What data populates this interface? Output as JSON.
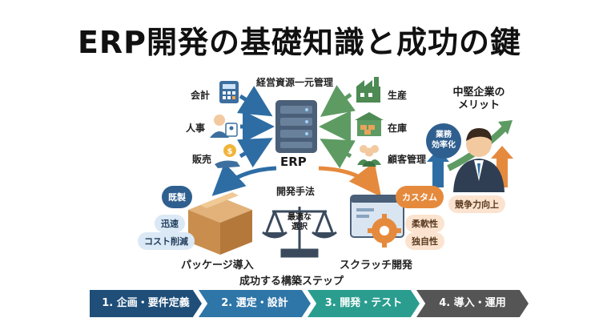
{
  "title": "ERP開発の基礎知識と成功の鍵",
  "center": {
    "top_label": "経営資源一元管理",
    "erp_label": "ERP",
    "left_items": [
      "会計",
      "人事",
      "販売"
    ],
    "right_items": [
      "生産",
      "在庫",
      "顧客管理"
    ]
  },
  "midsize": {
    "title_line1": "中堅企業の",
    "title_line2": "メリット",
    "badge_line1": "業務",
    "badge_line2": "効率化",
    "bottom_label": "競争力向上"
  },
  "methods": {
    "title": "開発手法",
    "package_tag": "既製",
    "package_pills": [
      "迅速",
      "コスト削減"
    ],
    "package_label": "パッケージ導入",
    "scale_line1": "最適な",
    "scale_line2": "選択",
    "scratch_tag": "カスタム",
    "scratch_pills": [
      "柔軟性",
      "独自性"
    ],
    "scratch_label": "スクラッチ開発"
  },
  "steps": {
    "title": "成功する構築ステップ",
    "items": [
      "1. 企画・要件定義",
      "2. 選定・設計",
      "3. 開発・テスト",
      "4. 導入・運用"
    ],
    "colors": [
      "#1f4e79",
      "#2e75a8",
      "#2a9d8f",
      "#555555"
    ]
  },
  "colors": {
    "blue_arrow": "#2e6da4",
    "green_arrow": "#5e9b63",
    "orange": "#e58a3d",
    "server": "#4a5f78"
  }
}
